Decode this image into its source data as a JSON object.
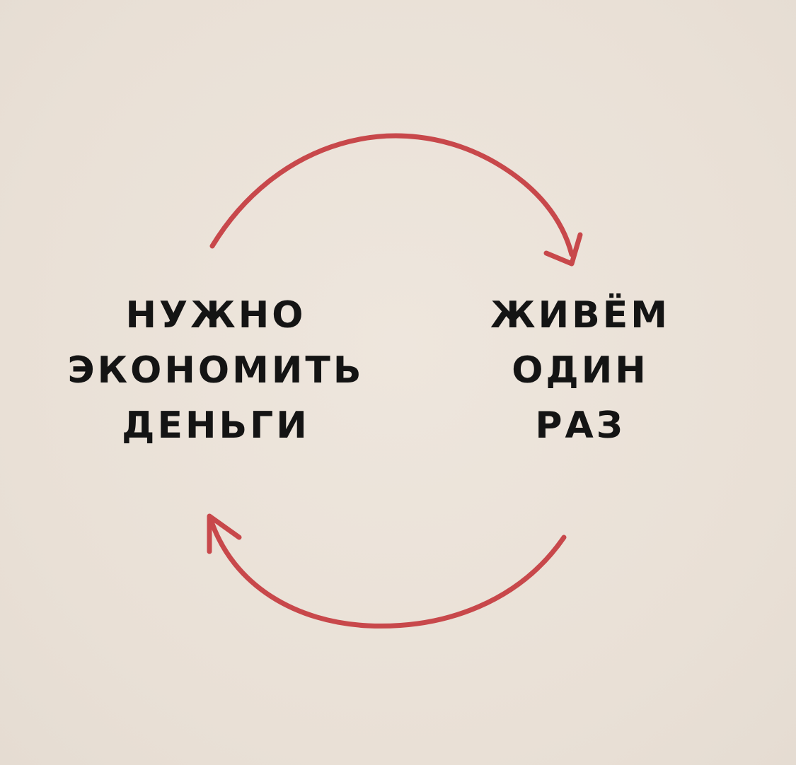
{
  "diagram": {
    "left_text": [
      "НУЖНО",
      "ЭКОНОМИТЬ",
      "ДЕНЬГИ"
    ],
    "right_text": [
      "ЖИВЁМ",
      "ОДИН",
      "РАЗ"
    ],
    "arrow_color": "#c8484b",
    "text_color": "#141414",
    "background": "#ebe2d9"
  }
}
